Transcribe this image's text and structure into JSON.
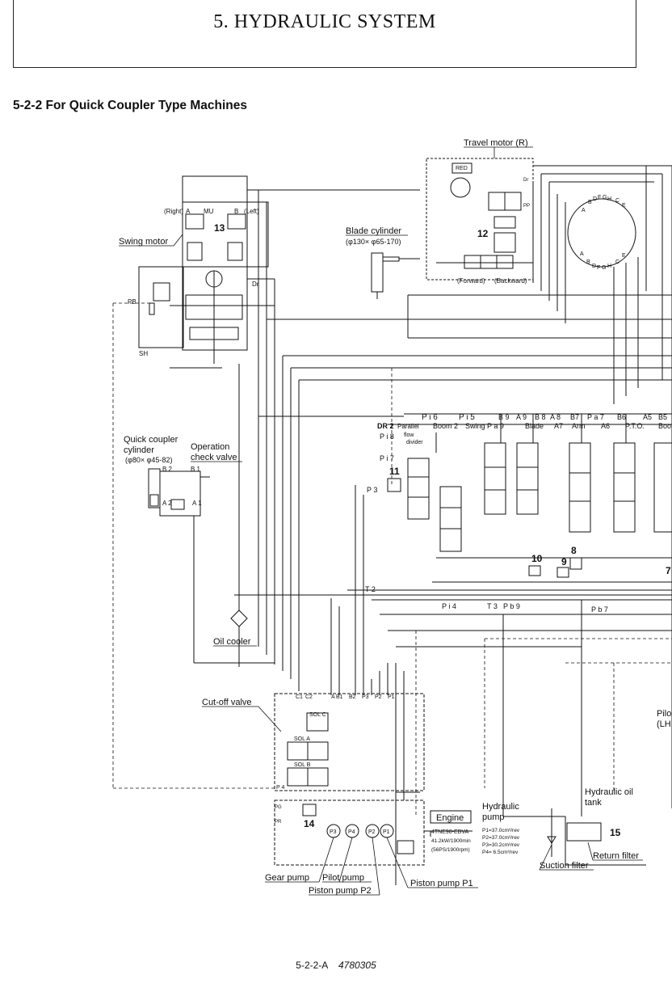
{
  "header": {
    "title": "5. HYDRAULIC SYSTEM"
  },
  "section": {
    "title": "5-2-2  For Quick Coupler Type Machines"
  },
  "footer": {
    "page": "5-2-2-A",
    "doc_no": "4780305"
  },
  "labels": {
    "travel_motor": "Travel motor (R)",
    "swing_motor": "Swing motor",
    "right": "(Right)",
    "left": "(Left)",
    "blade_cylinder": "Blade cylinder",
    "blade_cylinder_size": "(φ130× φ65-170)",
    "forward": "(Forward)",
    "backward": "(Backward)",
    "quick_coupler_1": "Quick coupler",
    "quick_coupler_2": "cylinder",
    "quick_coupler_size": "(φ80× φ45-82)",
    "operation_check_1": "Operation",
    "operation_check_2": "check valve",
    "oil_cooler": "Oil cooler",
    "cutoff_valve": "Cut-off valve",
    "engine": "Engine",
    "engine_model": "4TNE98-EBVA",
    "engine_power": "41.2kW/1900min",
    "engine_ps": "(56PS/1900rpm)",
    "hydraulic_pump_1": "Hydraulic",
    "hydraulic_pump_2": "pump",
    "p1": "P1=37.0cm³/rev",
    "p2": "P2=37.0cm³/rev",
    "p3": "P3=30.2cm³/rev",
    "p4": "P4= 6.5cm³/rev",
    "oil_tank_1": "Hydraulic oil",
    "oil_tank_2": "tank",
    "return_filter": "Return filter",
    "suction_filter": "Suction filter",
    "gear_pump": "Gear pump",
    "pilot_pump": "Pilot pump",
    "piston_pump_p2": "Piston pump P2",
    "piston_pump_p1": "Piston pump P1",
    "pilot_lh_1": "Pilo",
    "pilot_lh_2": "(LH",
    "parallel": "Parallel",
    "flow": "flow",
    "divider": "divider",
    "boom2": "Boom 2",
    "swing": "Swing",
    "blade": "Blade",
    "arm": "Arm",
    "pto": "P.T.O.",
    "boom": "Boom",
    "pi6": "P i 6",
    "pi5": "P i 5",
    "dr2": "DR 2",
    "pi8": "P i 8",
    "pi7": "P i 7",
    "p3_port": "P 3",
    "t2": "T 2",
    "pi4": "P i 4",
    "t3": "T 3",
    "pb9": "P b 9",
    "pb7": "P b 7",
    "pa9": "P a 9",
    "pa7": "P a 7",
    "b9": "B 9",
    "a9": "A 9",
    "b8": "B 8",
    "a8": "A 8",
    "b7": "B7",
    "b6": "B6",
    "a5": "A5",
    "b5": "B5",
    "a7": "A7",
    "a6": "A6",
    "red": "RED",
    "dr": "Dr",
    "pp": "PP",
    "b2": "B 2",
    "b1": "B 1",
    "a2": "A 2",
    "a1": "A 1",
    "sol_a": "SOL A",
    "sol_b": "SOL B",
    "sol_c": "SOL  C",
    "p4_port": "P 4",
    "c1": "C1",
    "c2": "C2",
    "a_port": "A",
    "b1p": "B1",
    "b2p": "B2",
    "p3p": "P3",
    "p2p": "P2",
    "p1p": "P1",
    "pump_p3": "P3",
    "pump_p4": "P4",
    "pump_p2": "P2",
    "pump_p1": "P1",
    "pg": "PG",
    "pr": "PR",
    "mu": "MU",
    "a": "A",
    "b": "B",
    "pb": "PB",
    "sh": "SH"
  },
  "callouts": [
    "13",
    "12",
    "11",
    "10",
    "9",
    "8",
    "7",
    "14",
    "15"
  ],
  "ring_letters": [
    "A",
    "B",
    "D",
    "F",
    "G",
    "H",
    "C",
    "E",
    "A",
    "B",
    "D",
    "F",
    "G",
    "H",
    "C",
    "E"
  ]
}
